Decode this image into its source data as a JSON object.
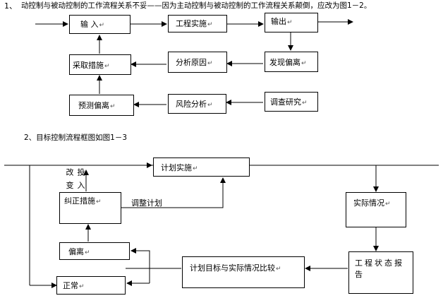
{
  "heading1": {
    "number": "1、",
    "text": "动控制与被动控制的工作流程关系不妥——因为主动控制与被动控制的工作流程关系颠倒，应改为图1－2。"
  },
  "heading2": {
    "text": "2、目标控制流程框图如图1－3"
  },
  "para_mark": "↵",
  "diagram1": {
    "input": "输 入",
    "implement": "工程实施",
    "output": "输出",
    "measures": "采取措施",
    "analyze_cause": "分析原因",
    "find_deviation": "发现偏离",
    "predict_deviation": "预测偏离",
    "risk_analysis": "风险分析",
    "survey": "调查研究"
  },
  "diagram2": {
    "plan_implement": "计划实施",
    "investment_input": "投 入",
    "change": "改 变",
    "corrective": "纠正措施",
    "adjust_plan": "调整计划",
    "actual": "实际情况",
    "deviation": "偏离",
    "normal": "正常",
    "compare": "计划目标与实际情况比较",
    "report": "工程状态报告"
  }
}
